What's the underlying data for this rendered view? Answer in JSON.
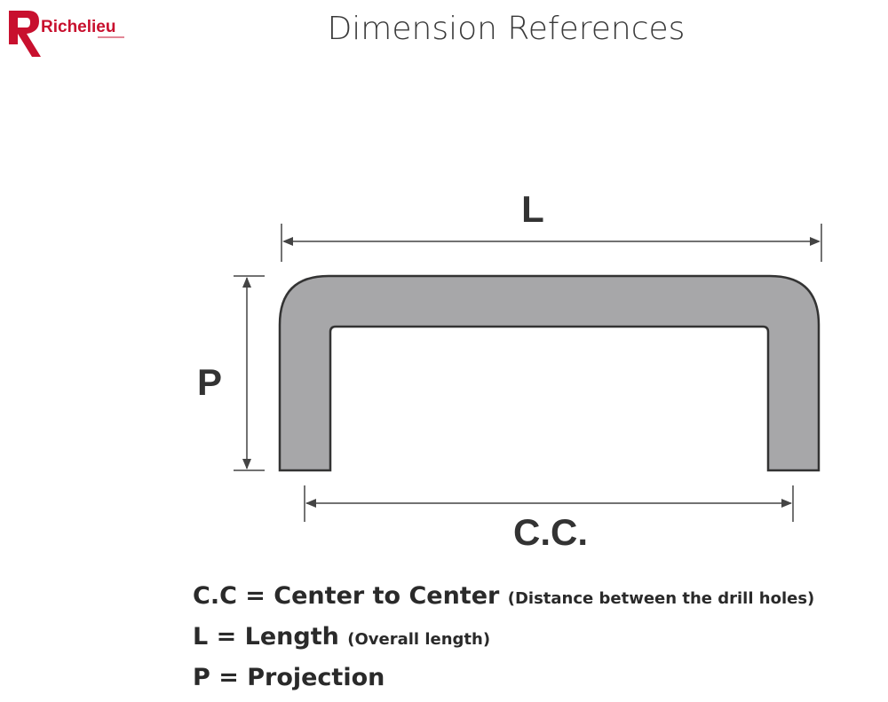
{
  "title": "Dimension References",
  "logo": {
    "text": "Richelieu"
  },
  "diagram": {
    "labels": {
      "length": "L",
      "projection": "P",
      "center": "C.C."
    }
  },
  "legend": [
    {
      "term": "C.C = Center to Center",
      "note": "(Distance between the drill holes)"
    },
    {
      "term": "L = Length",
      "note": "(Overall length)"
    },
    {
      "term": "P = Projection",
      "note": ""
    }
  ],
  "colors": {
    "brand": "#c8102e",
    "handle": "#a7a7a9",
    "outline": "#333333"
  }
}
